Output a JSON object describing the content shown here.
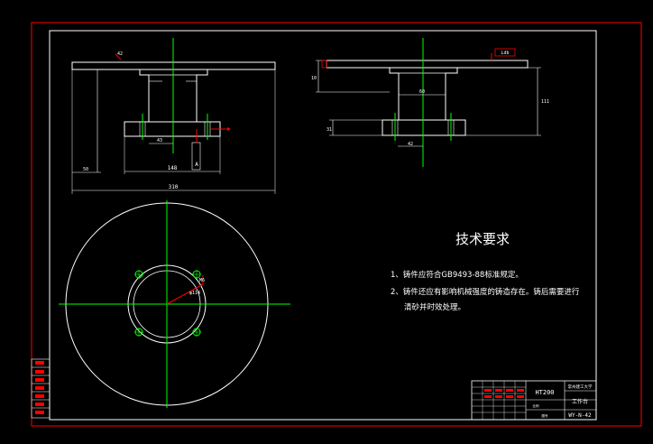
{
  "colors": {
    "background": "#000000",
    "frame": "#ff0000",
    "outline": "#ffffff",
    "centerline": "#00ff00",
    "dimension": "#ff0000",
    "text": "#ffffff"
  },
  "tech_requirements": {
    "title": "技术要求",
    "line1": "1、铸件应符合GB9493-88标准规定。",
    "line2": "2、铸件还应有影响机械强度的铸造存在。铸后需要进行",
    "line3": "清砂并时效处理。"
  },
  "dimensions": {
    "front_total_width": "310",
    "front_base_width": "148",
    "front_center_width": "43",
    "front_left_height": "50",
    "front_top_thick": "42",
    "front_section_mark": "A",
    "side_right_height": "111",
    "side_left_top": "10",
    "side_left_bottom": "31",
    "side_center_width": "60",
    "side_bottom_width": "42",
    "side_callout": "Ldb",
    "plan_radius": "φ114",
    "plan_hole": "M6"
  },
  "title_block": {
    "material": "HT200",
    "part_name": "工作台",
    "drawing_number": "WY-N-42",
    "company": "常州建工大学",
    "scale_label": "比例",
    "sheet_label": "图号"
  },
  "side_table": {
    "rows": [
      "",
      "",
      "",
      "",
      "",
      "",
      ""
    ]
  }
}
